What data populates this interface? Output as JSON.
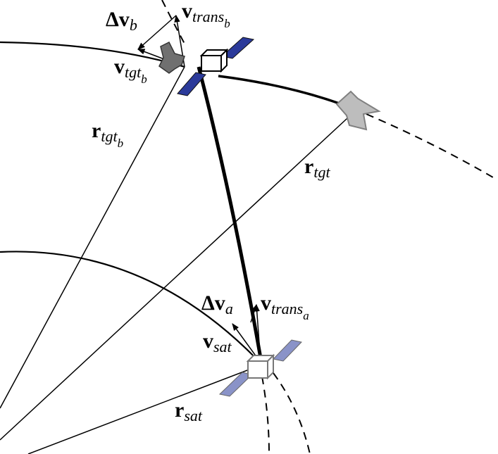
{
  "labels": {
    "delta_v_b": {
      "main": "Δv",
      "sub": "b"
    },
    "v_trans_b": {
      "main": "v",
      "sub": "trans",
      "subsub": "b"
    },
    "v_tgt_b": {
      "main": "v",
      "sub": "tgt",
      "subsub": "b"
    },
    "r_tgt_b": {
      "main": "r",
      "sub": "tgt",
      "subsub": "b"
    },
    "r_tgt": {
      "main": "r",
      "sub": "tgt"
    },
    "delta_v_a": {
      "main": "Δv",
      "sub": "a"
    },
    "v_trans_a": {
      "main": "v",
      "sub": "trans",
      "subsub": "a"
    },
    "v_sat": {
      "main": "v",
      "sub": "sat"
    },
    "r_sat": {
      "main": "r",
      "sub": "sat"
    }
  },
  "colors": {
    "panel_dark": "#2b3a9a",
    "panel_light": "#8a93c8",
    "target_dark": "#707070",
    "target_light": "#bdbdbd"
  }
}
